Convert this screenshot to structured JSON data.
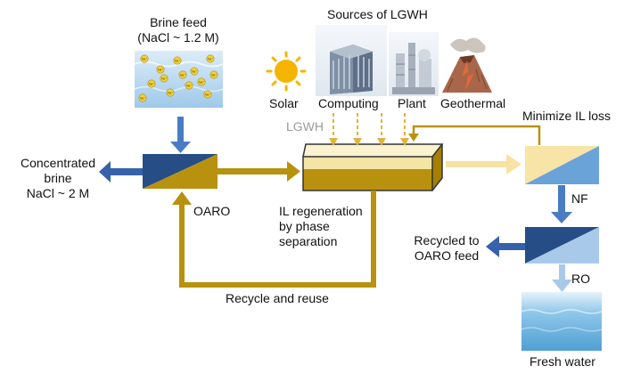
{
  "brine_feed": {
    "line1": "Brine feed",
    "line2": "(NaCl ~ 1.2 M)",
    "ion_label": "Na⁺"
  },
  "sources": {
    "title": "Sources of LGWH",
    "solar": "Solar",
    "computing": "Computing",
    "plant": "Plant",
    "geothermal": "Geothermal"
  },
  "lgwh_label": "LGWH",
  "concentrated": {
    "line1": "Concentrated",
    "line2": "brine",
    "line3": "NaCl ~ 2 M"
  },
  "oaro_label": "OARO",
  "regeneration": {
    "line1": "IL regeneration",
    "line2": "by phase",
    "line3": "separation"
  },
  "minimize_label": "Minimize IL loss",
  "nf_label": "NF",
  "ro_label": "RO",
  "recycled": {
    "line1": "Recycled to",
    "line2": "OARO feed"
  },
  "recycle_label": "Recycle and reuse",
  "fresh_water_label": "Fresh water",
  "colors": {
    "blue_arrow": "#4a7cc4",
    "gold": "#b8920f",
    "dark_navy": "#264d86",
    "light_blue": "#a9c9ea",
    "pale_gold_arrow": "#f7e2a3",
    "dashed": "#e3b13f"
  }
}
